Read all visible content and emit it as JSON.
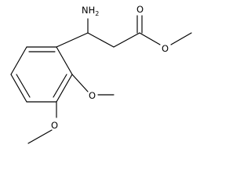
{
  "molecule": {
    "atoms": [
      {
        "id": "nh2",
        "element": "N",
        "label": "NH",
        "subscript": "2"
      },
      {
        "id": "o_carbonyl",
        "element": "O",
        "label": "O"
      },
      {
        "id": "o_ester",
        "element": "O",
        "label": "O"
      },
      {
        "id": "o_methoxy_2",
        "element": "O",
        "label": "O"
      },
      {
        "id": "o_methoxy_3",
        "element": "O",
        "label": "O"
      }
    ]
  }
}
